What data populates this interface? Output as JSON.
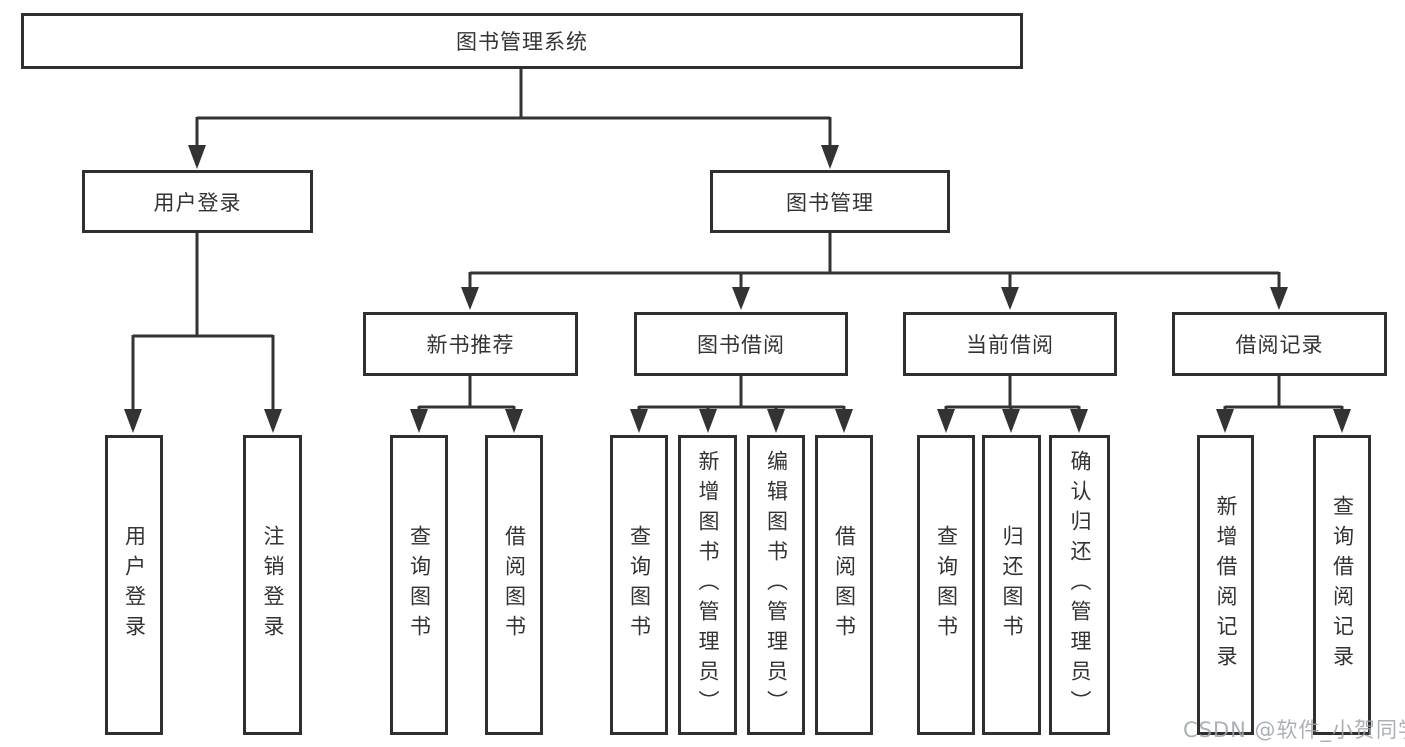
{
  "nodes": {
    "root": {
      "label": "图书管理系统"
    },
    "l2": [
      {
        "label": "用户登录"
      },
      {
        "label": "图书管理"
      }
    ],
    "l3": [
      {
        "label": "新书推荐"
      },
      {
        "label": "图书借阅"
      },
      {
        "label": "当前借阅"
      },
      {
        "label": "借阅记录"
      }
    ],
    "leaves": {
      "user_login": [
        {
          "label": "用户登录"
        },
        {
          "label": "注销登录"
        }
      ],
      "new_books": [
        {
          "label": "查询图书"
        },
        {
          "label": "借阅图书"
        }
      ],
      "book_borrow": [
        {
          "label": "查询图书"
        },
        {
          "label": "新增图书（管理员）"
        },
        {
          "label": "编辑图书（管理员）"
        },
        {
          "label": "借阅图书"
        }
      ],
      "current_borrow": [
        {
          "label": "查询图书"
        },
        {
          "label": "归还图书"
        },
        {
          "label": "确认归还（管理员）"
        }
      ],
      "borrow_records": [
        {
          "label": "新增借阅记录"
        },
        {
          "label": "查询借阅记录"
        }
      ]
    }
  },
  "watermark": {
    "text": "CSDN @软件_小贺同学"
  },
  "colors": {
    "line": "#333333",
    "box_border": "#2f2f2f",
    "text": "#333333",
    "watermark": "#9ea2a8",
    "background": "#ffffff"
  }
}
